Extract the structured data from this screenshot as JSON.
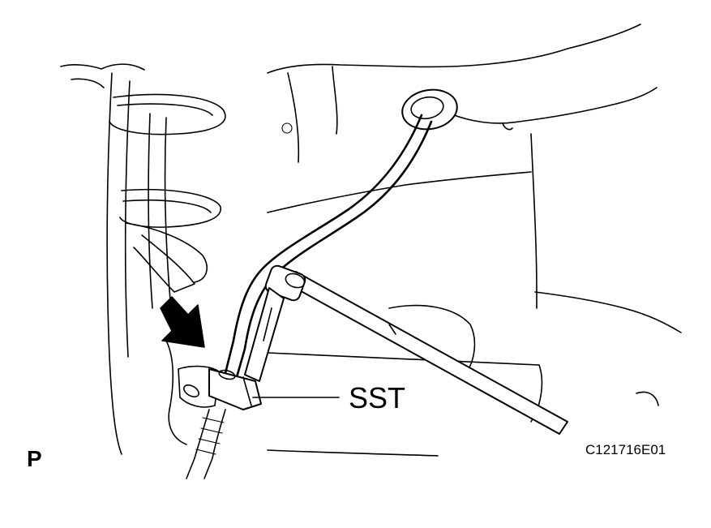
{
  "figure": {
    "callout_label": "SST",
    "view_marker": "P",
    "figure_code": "C121716E01"
  },
  "icons": {
    "direction_arrow": "arrow-down-right-icon"
  }
}
